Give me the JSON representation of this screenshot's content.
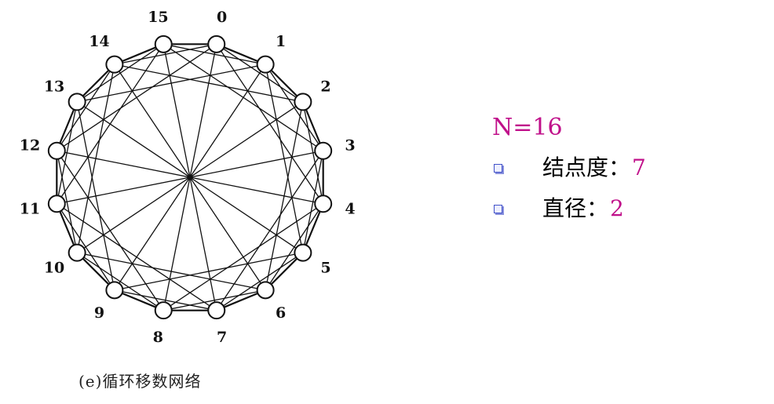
{
  "diagram": {
    "nodes": [
      "0",
      "1",
      "2",
      "3",
      "4",
      "5",
      "6",
      "7",
      "8",
      "9",
      "10",
      "11",
      "12",
      "13",
      "14",
      "15"
    ],
    "edge_offsets": [
      1,
      2,
      4,
      8
    ],
    "caption": "(e)循环移数网络"
  },
  "info": {
    "n_line": "N=16",
    "items": [
      {
        "label": "结点度：",
        "value": "7"
      },
      {
        "label": "直径：",
        "value": "2"
      }
    ]
  },
  "colors": {
    "accent": "#c0108a",
    "bullet": "#4050c8"
  }
}
